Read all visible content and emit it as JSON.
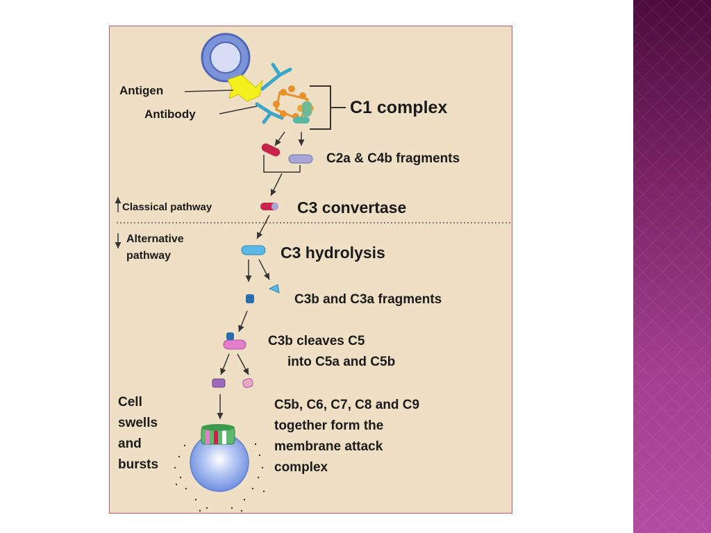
{
  "labels": {
    "antigen": "Antigen",
    "antibody": "Antibody",
    "c1_complex": "C1 complex",
    "c2a_c4b": "C2a & C4b fragments",
    "classical": "Classical pathway",
    "c3_convertase": "C3 convertase",
    "alternative_line1": "Alternative",
    "alternative_line2": "pathway",
    "c3_hydrolysis": "C3 hydrolysis",
    "c3b_c3a": "C3b and C3a fragments",
    "c3b_cleaves_line1": "C3b cleaves C5",
    "c3b_cleaves_line2": "into C5a and C5b",
    "mac_line1": "C5b, C6, C7, C8 and  C9",
    "mac_line2": "together form the",
    "mac_line3": "membrane attack",
    "mac_line4": "complex",
    "cell_line1": "Cell",
    "cell_line2": "swells",
    "cell_line3": "and",
    "cell_line4": "bursts"
  },
  "colors": {
    "panel_bg": "#efdfc4",
    "panel_border": "#c9516b",
    "sidebar_top": "#4b0c3c",
    "sidebar_bottom": "#b04da0",
    "antigen": "#f4f01e",
    "antibody": "#3aa6c8",
    "c1q": "#e8902a",
    "c2a": "#c8234a",
    "c4b": "#a7a6d6",
    "c3": "#5bb8e4",
    "c3b": "#2a6cb0",
    "c5": "#e27fc8",
    "cell": "#7d9ee8"
  }
}
